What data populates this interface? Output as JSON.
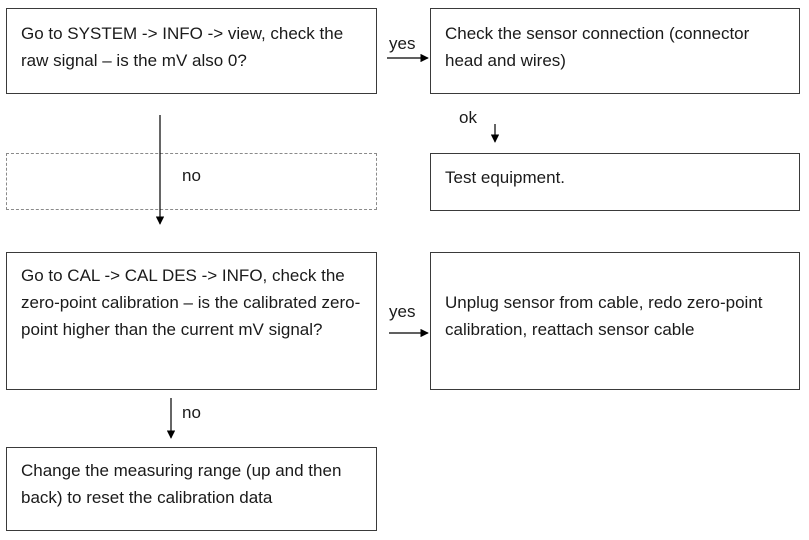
{
  "steps": {
    "check_raw_signal": "Go to SYSTEM -> INFO -> view, check the raw signal – is the mV also 0?",
    "check_sensor_connection": "Check the sensor connection (connector head and wires)",
    "test_equipment": "Test equipment.",
    "check_zero_point": "Go to CAL -> CAL DES -> INFO, check the zero-point calibration – is the calibrated zero-point higher than the current mV signal?",
    "redo_zero_point": "Unplug sensor from cable, redo zero-point calibration, reattach sensor cable",
    "change_range": "Change the measuring range (up and then back) to reset the calibration data"
  },
  "edge_labels": {
    "yes_1": "yes",
    "ok": "ok",
    "no_1": "no",
    "yes_2": "yes",
    "no_2": "no"
  }
}
